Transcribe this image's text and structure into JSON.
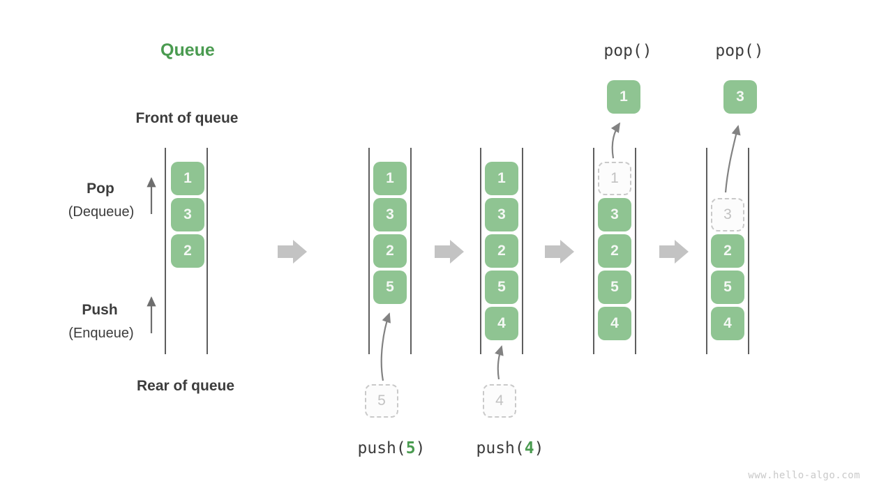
{
  "title": "Queue",
  "watermark": "www.hello-algo.com",
  "labels": {
    "front": "Front of queue",
    "rear": "Rear of queue",
    "pop": "Pop",
    "pop_sub": "(Dequeue)",
    "push": "Push",
    "push_sub": "(Enqueue)"
  },
  "colors": {
    "accent_green": "#4A9B50",
    "box_green": "#8FC492",
    "dark_text": "#3C3C3C",
    "channel_line": "#5E5E5E",
    "block_arrow_gray": "#C3C3C3",
    "flow_arrow_gray": "#828282",
    "ghost_gray": "#C2C2C2"
  },
  "pop_calls": [
    {
      "label": "pop()"
    },
    {
      "label": "pop()"
    }
  ],
  "push_calls": [
    {
      "fn": "push(",
      "arg": "5",
      "close": ")"
    },
    {
      "fn": "push(",
      "arg": "4",
      "close": ")"
    }
  ],
  "columns": [
    {
      "boxes": [
        "1",
        "3",
        "2"
      ]
    },
    {
      "boxes": [
        "1",
        "3",
        "2",
        "5"
      ],
      "incoming": "5"
    },
    {
      "boxes": [
        "1",
        "3",
        "2",
        "5",
        "4"
      ],
      "incoming": "4"
    },
    {
      "boxes": [
        "3",
        "2",
        "5",
        "4"
      ],
      "ghost": "1",
      "popped": "1"
    },
    {
      "boxes": [
        "2",
        "5",
        "4"
      ],
      "ghost": "3",
      "popped": "3"
    }
  ]
}
